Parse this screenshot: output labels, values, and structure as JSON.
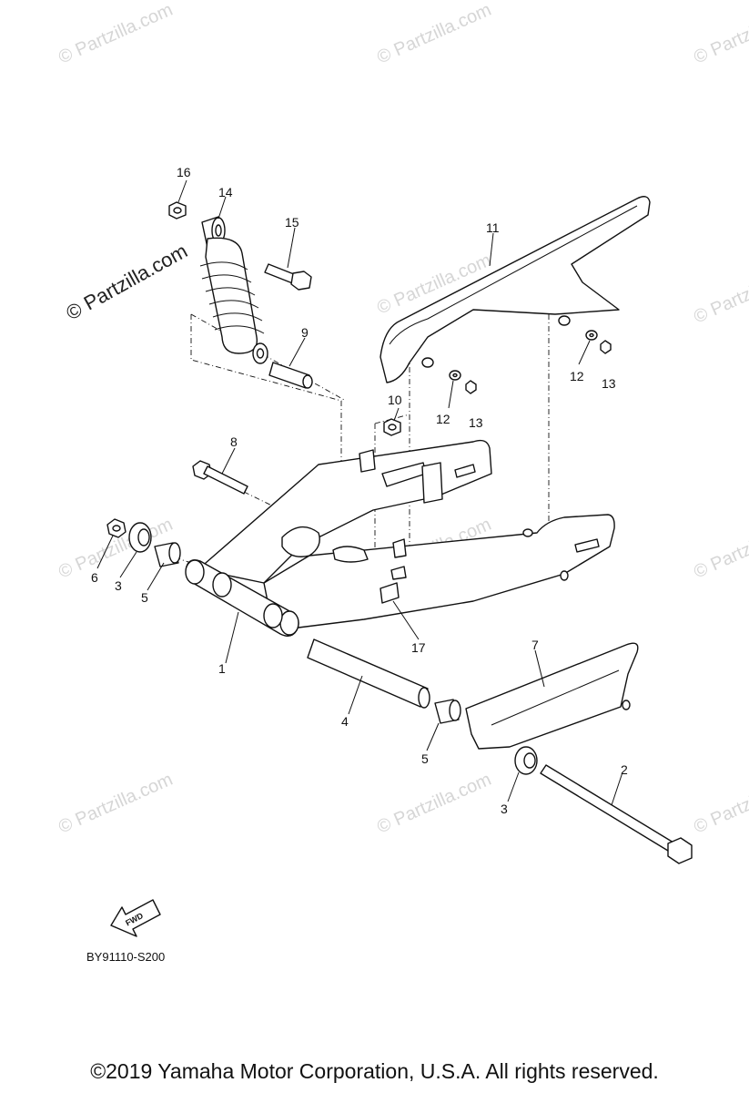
{
  "watermark": {
    "text": "© Partzilla.com",
    "color": "#d6d6d6"
  },
  "callouts": [
    {
      "label": "16",
      "part": "nut"
    },
    {
      "label": "14",
      "part": "bushing"
    },
    {
      "label": "15",
      "part": "bolt"
    },
    {
      "label": "11",
      "part": "chain-guard"
    },
    {
      "label": "9",
      "part": "collar"
    },
    {
      "label": "10",
      "part": "nut"
    },
    {
      "label": "12",
      "part": "washer"
    },
    {
      "label": "13",
      "part": "screw"
    },
    {
      "label": "12",
      "part": "washer"
    },
    {
      "label": "13",
      "part": "screw"
    },
    {
      "label": "8",
      "part": "bolt"
    },
    {
      "label": "6",
      "part": "nut"
    },
    {
      "label": "3",
      "part": "oil-seal"
    },
    {
      "label": "5",
      "part": "bearing"
    },
    {
      "label": "1",
      "part": "rear-arm"
    },
    {
      "label": "17",
      "part": "label"
    },
    {
      "label": "7",
      "part": "chain-guard-lower"
    },
    {
      "label": "4",
      "part": "collar"
    },
    {
      "label": "5",
      "part": "bearing"
    },
    {
      "label": "2",
      "part": "pivot-shaft"
    },
    {
      "label": "3",
      "part": "oil-seal"
    }
  ],
  "fwd_label": "FWD",
  "diagram_code": "BY91110-S200",
  "copyright": "©2019 Yamaha Motor Corporation, U.S.A. All rights reserved."
}
